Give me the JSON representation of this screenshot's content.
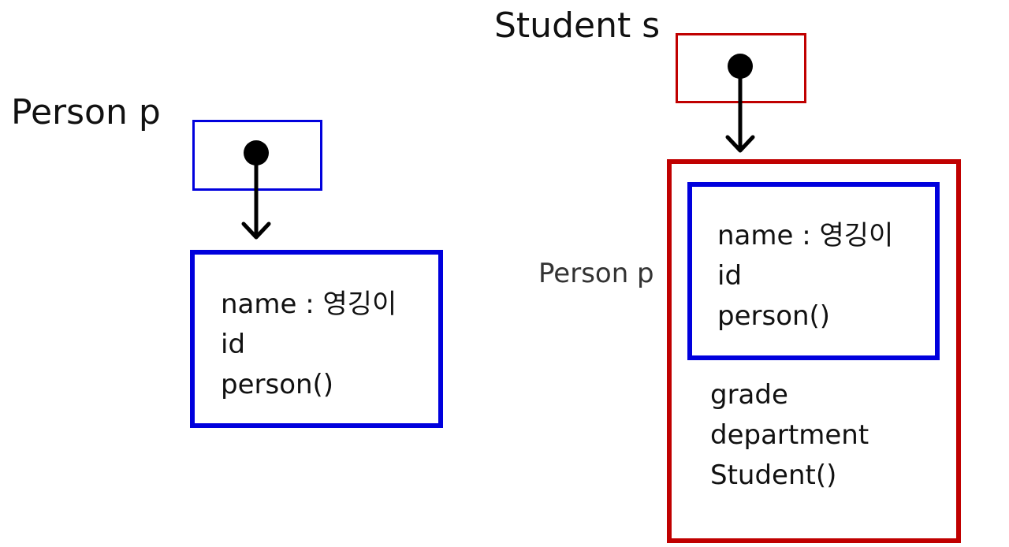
{
  "colors": {
    "person": "#0000dd",
    "student": "#c00000",
    "arrow": "#000000"
  },
  "person_var": {
    "label": "Person p",
    "object": {
      "members": [
        "name : 영깅이",
        "id",
        "person()"
      ]
    }
  },
  "student_var": {
    "label": "Student s",
    "object": {
      "inner_label": "Person p",
      "inner_members": [
        "name : 영깅이",
        "id",
        "person()"
      ],
      "members": [
        "grade",
        "department",
        "Student()"
      ]
    }
  }
}
